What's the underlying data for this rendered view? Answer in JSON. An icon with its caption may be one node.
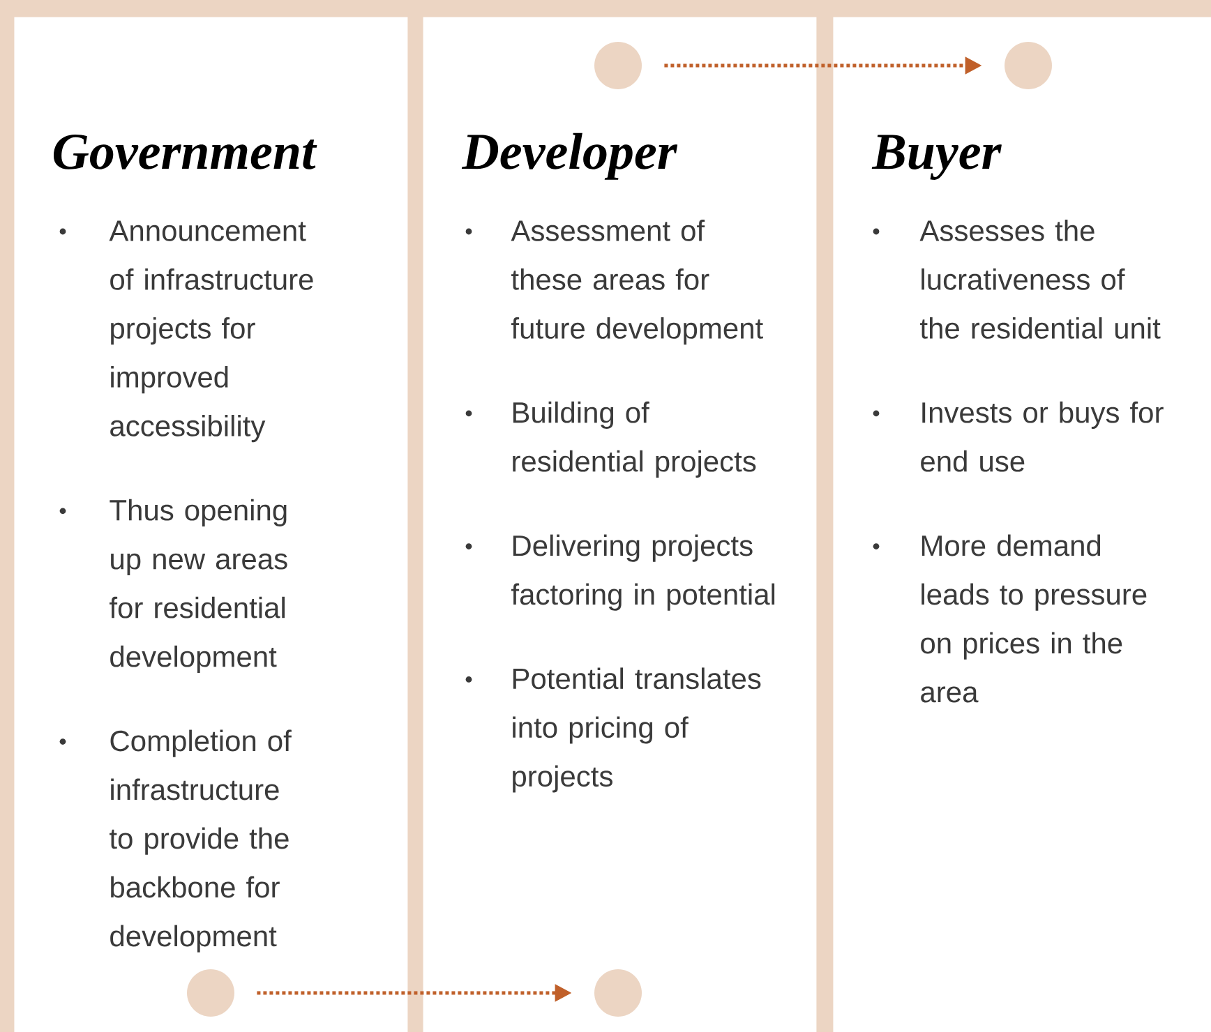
{
  "diagram": {
    "nodes": [
      {
        "text": [
          "Government",
          "Announcement of infrastructure projects for improved accessibility",
          "Thus opening up new areas for residential development",
          "Completion of infrastructure to provide the backbone for development"
        ]
      },
      {
        "text": [
          "Developer",
          "Assessment of these areas for future development",
          "Building of residential projects",
          "Delivering projects factoring in potential",
          "Potential translates into pricing of projects"
        ]
      },
      {
        "text": [
          "Buyer",
          "Assesses the lucrativeness of the residential unit",
          "Invests or buys for end use",
          "More demand leads to pressure on prices in the area"
        ]
      },
      {
        "text": [],
        "shape": "circle",
        "in": 1
      },
      {
        "text": [],
        "shape": "circle",
        "in": 2
      },
      {
        "text": [],
        "shape": "circle",
        "in": 0
      },
      {
        "text": [],
        "shape": "circle",
        "in": 1
      }
    ],
    "edges": [
      {
        "from": 3,
        "to": 4,
        "arrow": "to",
        "style": "dashed"
      },
      {
        "from": 5,
        "to": 6,
        "arrow": "to",
        "style": "dashed"
      }
    ]
  }
}
